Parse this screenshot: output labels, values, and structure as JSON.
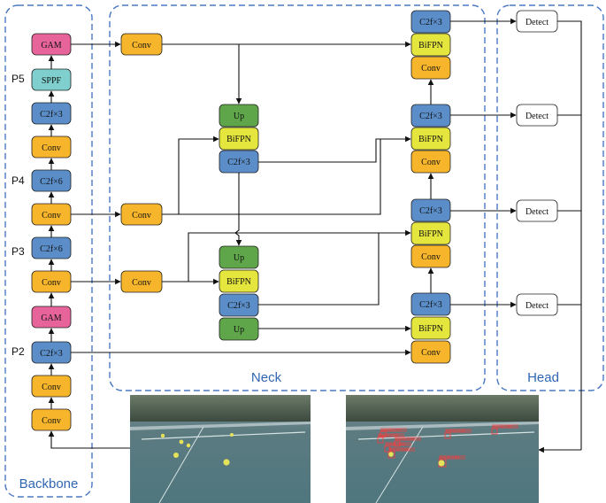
{
  "groups": {
    "backbone": "Backbone",
    "neck": "Neck",
    "head": "Head"
  },
  "levels": {
    "p5": "P5",
    "p4": "P4",
    "p3": "P3",
    "p2": "P2"
  },
  "backbone_blocks": [
    {
      "id": "bb-gam-top",
      "label": "GAM",
      "color": "#e7649b"
    },
    {
      "id": "bb-sppf",
      "label": "SPPF",
      "color": "#7ecfcd"
    },
    {
      "id": "bb-c2f3-top",
      "label": "C2f×3",
      "color": "#5b8ec9"
    },
    {
      "id": "bb-conv-1",
      "label": "Conv",
      "color": "#f6b52a"
    },
    {
      "id": "bb-c2f6-1",
      "label": "C2f×6",
      "color": "#5b8ec9"
    },
    {
      "id": "bb-conv-2",
      "label": "Conv",
      "color": "#f6b52a"
    },
    {
      "id": "bb-c2f6-2",
      "label": "C2f×6",
      "color": "#5b8ec9"
    },
    {
      "id": "bb-conv-3",
      "label": "Conv",
      "color": "#f6b52a"
    },
    {
      "id": "bb-gam-mid",
      "label": "GAM",
      "color": "#e7649b"
    },
    {
      "id": "bb-c2f3-bottom",
      "label": "C2f×3",
      "color": "#5b8ec9"
    },
    {
      "id": "bb-conv-4",
      "label": "Conv",
      "color": "#f6b52a"
    },
    {
      "id": "bb-conv-5",
      "label": "Conv",
      "color": "#f6b52a"
    }
  ],
  "neck_blocks": {
    "conv_a": "Conv",
    "conv_b": "Conv",
    "conv_c": "Conv",
    "upper_stack": [
      "Up",
      "BiFPN",
      "C2f×3"
    ],
    "lower_stack": [
      "Up",
      "BiFPN",
      "C2f×3",
      "Up"
    ],
    "out_stack_1": [
      "C2f×3",
      "BiFPN",
      "Conv"
    ],
    "out_stack_2": [
      "C2f×3",
      "BiFPN",
      "Conv"
    ],
    "out_stack_3": [
      "C2f×3",
      "BiFPN",
      "Conv"
    ],
    "out_stack_4": [
      "C2f×3",
      "BiFPN",
      "Conv"
    ]
  },
  "head_blocks": [
    "Detect",
    "Detect",
    "Detect",
    "Detect"
  ],
  "detections": [
    "tennis 0.77",
    "tennis 0.86",
    "tennis 0.84",
    "tennis 0.82",
    "tennis 0.83",
    "tennis 0.84",
    "tennis 0.80",
    "tennis 0.86"
  ],
  "colors": {
    "conv": "#f6b52a",
    "c2f": "#5b8ec9",
    "bifpn": "#e4e53d",
    "up": "#5fa54a",
    "gam": "#e7649b",
    "sppf": "#7ecfcd",
    "group_border": "#4a78c4",
    "group_text": "#2f66b3"
  }
}
